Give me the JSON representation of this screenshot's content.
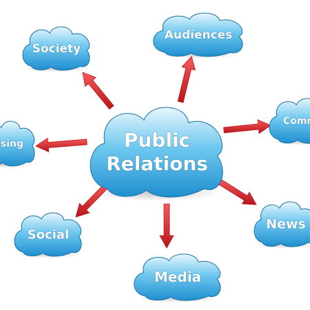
{
  "diagram": {
    "center": {
      "id": "center",
      "label_lines": [
        "Public",
        "Relations"
      ]
    },
    "nodes": [
      {
        "id": "society",
        "label": "Society"
      },
      {
        "id": "audiences",
        "label": "Audiences"
      },
      {
        "id": "communication",
        "label": "Comm"
      },
      {
        "id": "advertising",
        "label": "sing"
      },
      {
        "id": "social",
        "label": "Social"
      },
      {
        "id": "media",
        "label": "Media"
      },
      {
        "id": "news",
        "label": "News"
      }
    ],
    "colors": {
      "cloud_top": "#e8f6fd",
      "cloud_mid": "#6fc8ef",
      "cloud_bottom": "#1f8fcf",
      "cloud_outline": "#1a6fa5",
      "arrow": "#e8262a",
      "arrow_dark": "#b81519",
      "label_text": "#ffffff"
    }
  }
}
